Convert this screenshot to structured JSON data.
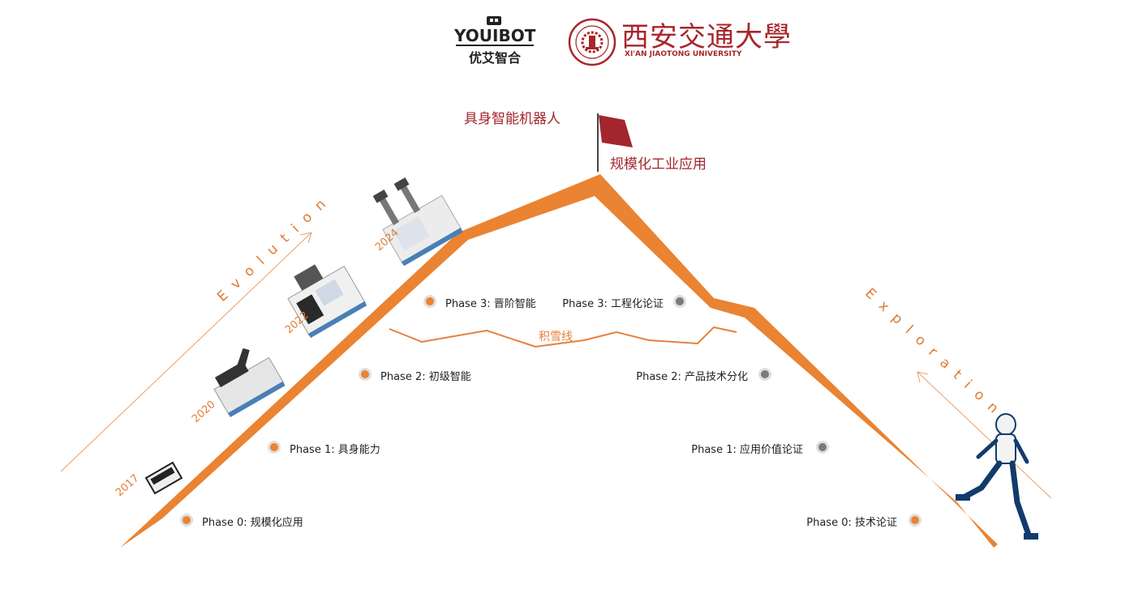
{
  "logos": {
    "youibot_name": "YOUIBOT",
    "youibot_cn": "优艾智合",
    "xjtu_name": "西安交通大學",
    "xjtu_en": "XI'AN JIAOTONG UNIVERSITY"
  },
  "summit": {
    "left_label": "具身智能机器人",
    "right_label": "规模化工业应用"
  },
  "snow_line": "积雪线",
  "evolution": {
    "title": "Evolution",
    "phases": [
      "Phase 0: 规模化应用",
      "Phase 1: 具身能力",
      "Phase 2: 初级智能",
      "Phase 3: 晋阶智能"
    ],
    "years": [
      "2017",
      "2020",
      "2022",
      "2024"
    ]
  },
  "exploration": {
    "title": "Exploration",
    "phases": [
      "Phase 0: 技术论证",
      "Phase 1: 应用价值论证",
      "Phase 2: 产品技术分化",
      "Phase 3: 工程化论证"
    ]
  },
  "colors": {
    "orange": "#ea8332",
    "red": "#a3262d",
    "gray": "#7a7a7a"
  }
}
